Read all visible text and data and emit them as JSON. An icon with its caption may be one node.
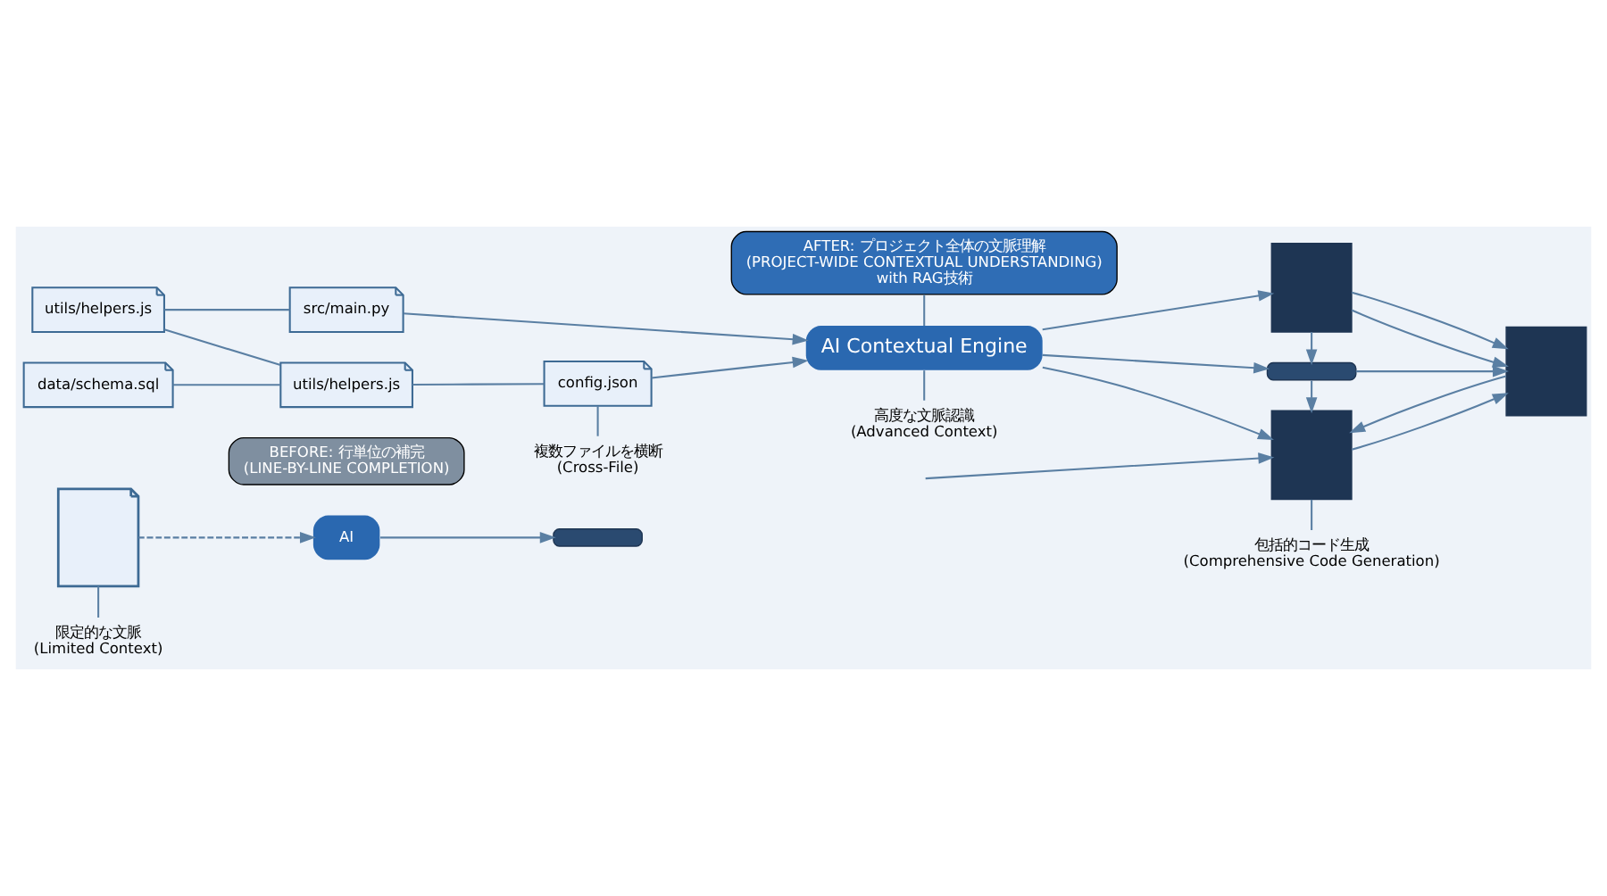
{
  "diagram": {
    "nodes": [
      {
        "text": [
          "BEFORE: 行単位の補完",
          "(LINE-BY-LINE COMPLETION)"
        ]
      },
      {
        "text": [
          "AFTER: プロジェクト全体の文脈理解",
          "(PROJECT-WIDE CONTEXTUAL UNDERSTANDING)",
          "with RAG技術"
        ]
      },
      {
        "text": [],
        "shape": "picture"
      },
      {
        "text": [
          "AI"
        ]
      },
      {
        "text": [],
        "shape": "bar"
      },
      {
        "text": [
          "src/main.py"
        ]
      },
      {
        "text": [
          "utils/helpers.js"
        ]
      },
      {
        "text": [
          "utils/helpers.js"
        ]
      },
      {
        "text": [
          "data/schema.sql"
        ]
      },
      {
        "text": [
          "config.json"
        ]
      },
      {
        "text": [
          "AI Contextual Engine"
        ]
      },
      {
        "text": [],
        "shape": "box"
      },
      {
        "text": [],
        "shape": "box"
      },
      {
        "text": [],
        "shape": "bar"
      },
      {
        "text": [],
        "shape": "box"
      },
      {
        "text": [
          "限定的な文脈",
          "(Limited Context)"
        ]
      },
      {
        "text": [
          "複数ファイルを横断",
          "(Cross-File)"
        ]
      },
      {
        "text": [
          "高度な文脈認識",
          "(Advanced Context)"
        ]
      },
      {
        "text": [
          "包括的コード生成",
          "(Comprehensive Code Generation)"
        ]
      }
    ],
    "edges": [
      {
        "from": 2,
        "to": 3,
        "arrow": "to",
        "style": "dashed"
      },
      {
        "from": 3,
        "to": 4,
        "arrow": "to"
      },
      {
        "from": 6,
        "to": 5,
        "arrow": "none"
      },
      {
        "from": 6,
        "to": 7,
        "arrow": "none"
      },
      {
        "from": 8,
        "to": 7,
        "arrow": "none"
      },
      {
        "from": 7,
        "to": 9,
        "arrow": "none"
      },
      {
        "from": 5,
        "to": 10,
        "arrow": "to"
      },
      {
        "from": 9,
        "to": 10,
        "arrow": "to"
      },
      {
        "from": 10,
        "to": 11,
        "arrow": "to"
      },
      {
        "from": 10,
        "to": 13,
        "arrow": "to"
      },
      {
        "from": 10,
        "to": 14,
        "arrow": "to"
      },
      {
        "from": 11,
        "to": 12,
        "arrow": "to"
      },
      {
        "from": 11,
        "to": 12,
        "arrow": "to"
      },
      {
        "from": 11,
        "to": 13,
        "arrow": "to"
      },
      {
        "from": 13,
        "to": 12,
        "arrow": "to"
      },
      {
        "from": 13,
        "to": 14,
        "arrow": "to"
      },
      {
        "from": 12,
        "to": 14,
        "arrow": "to"
      },
      {
        "from": 14,
        "to": 12,
        "arrow": "to"
      },
      {
        "from": null,
        "to": 14,
        "arrow": "to"
      },
      {
        "from": 1,
        "to": 10,
        "arrow": "none"
      },
      {
        "from": 15,
        "to": 2,
        "arrow": "none"
      },
      {
        "from": 16,
        "to": 9,
        "arrow": "none"
      },
      {
        "from": 17,
        "to": 10,
        "arrow": "none"
      },
      {
        "from": 18,
        "to": 14,
        "arrow": "none"
      }
    ]
  }
}
